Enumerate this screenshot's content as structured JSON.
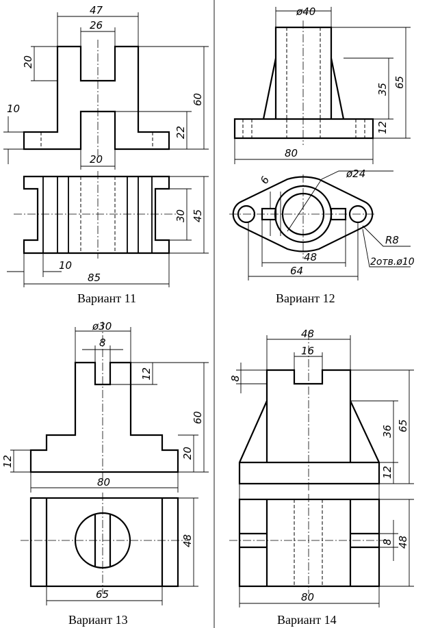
{
  "variants": [
    {
      "caption": "Вариант 11",
      "dims": [
        "47",
        "26",
        "20",
        "60",
        "10",
        "22",
        "20",
        "30",
        "45",
        "10",
        "85"
      ]
    },
    {
      "caption": "Вариант 12",
      "dims": [
        "ø40",
        "35",
        "65",
        "12",
        "80",
        "6",
        "ø24",
        "R8",
        "48",
        "64",
        "2отв.ø10"
      ]
    },
    {
      "caption": "Вариант 13",
      "dims": [
        "ø30",
        "8",
        "12",
        "60",
        "12",
        "20",
        "80",
        "48",
        "65"
      ]
    },
    {
      "caption": "Вариант 14",
      "dims": [
        "48",
        "16",
        "8",
        "36",
        "65",
        "12",
        "8",
        "48",
        "80"
      ]
    }
  ]
}
